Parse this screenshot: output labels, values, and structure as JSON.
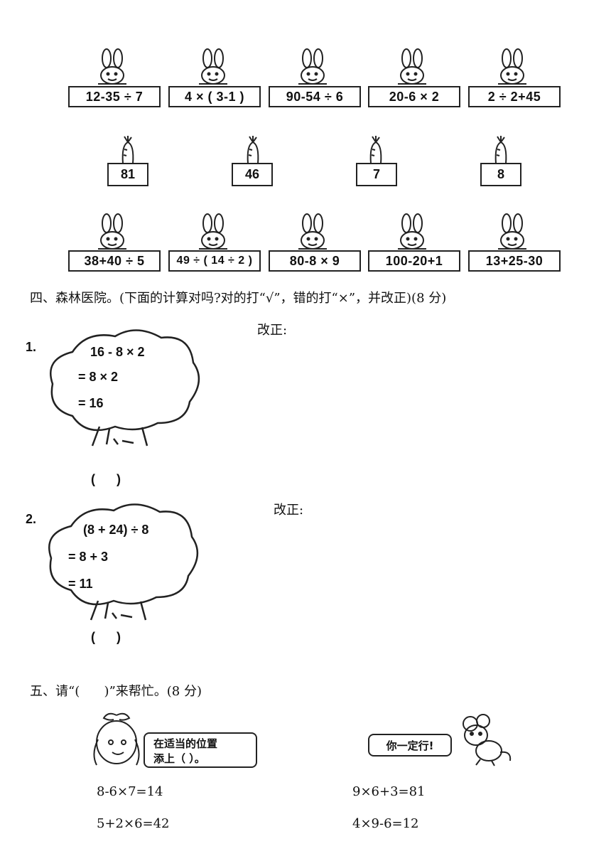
{
  "section3": {
    "top_expressions": [
      "12-35 ÷ 7",
      "4 × ( 3-1 )",
      "90-54 ÷ 6",
      "20-6 × 2",
      "2 ÷ 2+45"
    ],
    "carrot_numbers": [
      "81",
      "46",
      "7",
      "8"
    ],
    "bottom_expressions": [
      "38+40 ÷ 5",
      "49 ÷ ( 14 ÷ 2 )",
      "80-8 × 9",
      "100-20+1",
      "13+25-30"
    ]
  },
  "section4": {
    "heading": "四、森林医院。(下面的计算对吗?对的打“√”，错的打“×”，并改正)(8 分)",
    "problems": [
      {
        "number": "1.",
        "lines": [
          "16 - 8 × 2",
          "= 8 × 2",
          "= 16"
        ],
        "paren": "(      )",
        "correction_label": "改正:"
      },
      {
        "number": "2.",
        "lines": [
          "(8 + 24) ÷ 8",
          "= 8 + 3",
          "= 11"
        ],
        "paren": "(      )",
        "correction_label": "改正:"
      }
    ]
  },
  "section5": {
    "heading": "五、请“(      )”来帮忙。(8 分)",
    "girl_bubble": {
      "line1": "在适当的位置",
      "line2": "添上（     ）。"
    },
    "mouse_bubble": "你一定行!",
    "equations_left": [
      "8-6×7=14",
      "5+2×6=42"
    ],
    "equations_right": [
      "9×6+3=81",
      "4×9-6=12"
    ]
  }
}
